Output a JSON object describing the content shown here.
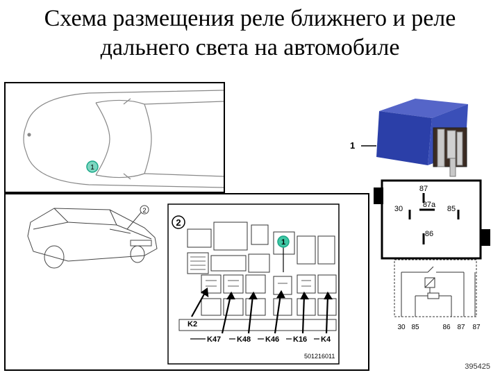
{
  "slide": {
    "title_line1": "Схема размещения реле ближнего и реле",
    "title_line2": "дальнего света на автомобиле"
  },
  "top_view": {
    "callout": "1"
  },
  "car_view": {
    "callout": "2"
  },
  "fuse_box": {
    "callout_panel": "2",
    "callout_relay": "1",
    "labels": [
      "K2",
      "K47",
      "K48",
      "K46",
      "K16",
      "K4"
    ],
    "part_number": "501216011"
  },
  "relay": {
    "callout": "1",
    "pins_top": [
      "87",
      "30",
      "87a",
      "85",
      "86"
    ],
    "pins_bottom": [
      "30",
      "85",
      "86",
      "87",
      "87"
    ]
  },
  "image_ref": "395425",
  "colors": {
    "callout_teal": "#1aa888",
    "relay_blue": "#2b3fa8"
  }
}
